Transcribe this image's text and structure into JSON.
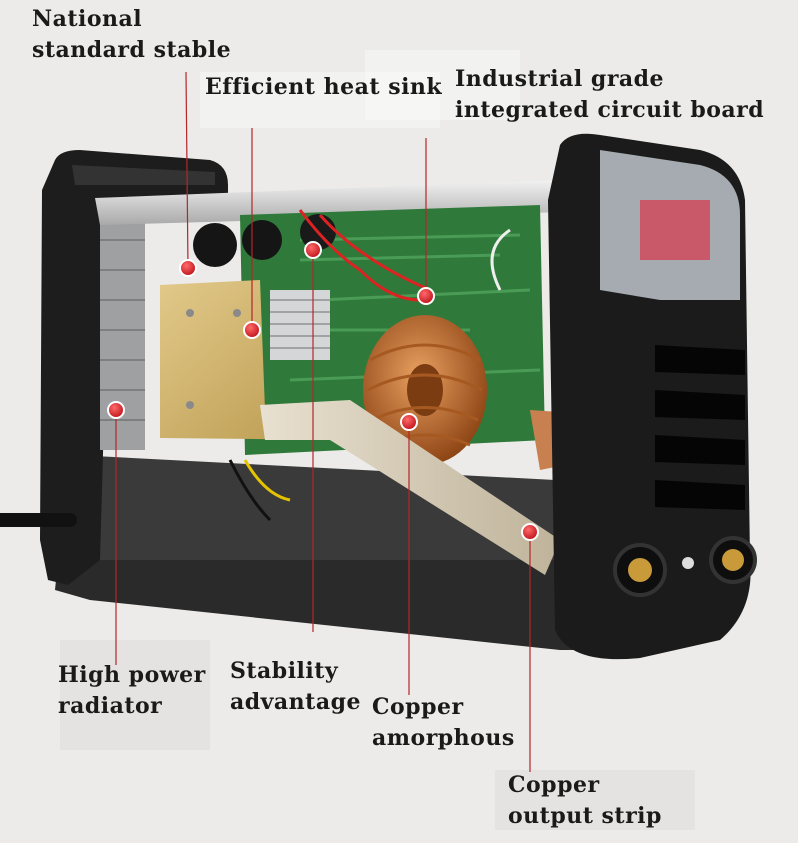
{
  "callouts": [
    {
      "id": "national-standard-stable",
      "lines": [
        "National",
        "standard stable"
      ]
    },
    {
      "id": "efficient-heat-sink",
      "lines": [
        "Efficient heat sink"
      ]
    },
    {
      "id": "industrial-grade-circuit-board",
      "lines": [
        "Industrial grade",
        "integrated circuit board"
      ]
    },
    {
      "id": "high-power-radiator",
      "lines": [
        "High power",
        "radiator"
      ]
    },
    {
      "id": "stability-advantage",
      "lines": [
        "Stability",
        "advantage"
      ]
    },
    {
      "id": "copper-amorphous",
      "lines": [
        "Copper",
        "amorphous"
      ]
    },
    {
      "id": "copper-output-strip",
      "lines": [
        "Copper",
        "output strip"
      ]
    }
  ],
  "colors": {
    "background": "#ecebe9",
    "leader_line": "#b3262b",
    "marker_fill": "#d81f26",
    "casing": "#1b1b1b",
    "pcb": "#2f7a3a",
    "heat_sink_plate": "#cfb26a",
    "copper": "#c8702f"
  },
  "icons": [
    "callout-marker-dot",
    "welder-machine-photo"
  ]
}
